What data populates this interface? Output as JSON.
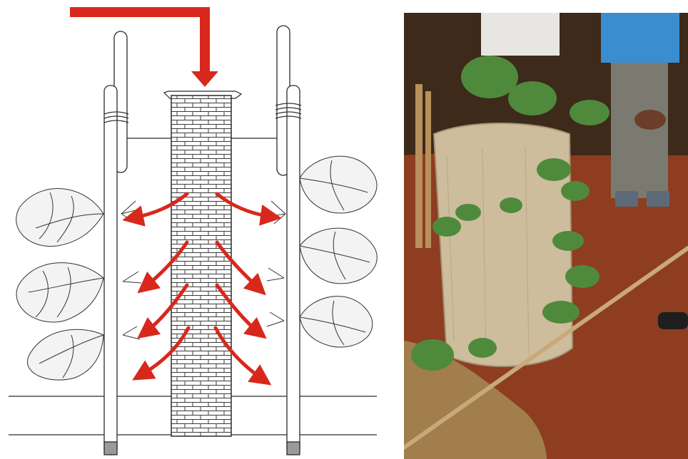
{
  "figure": {
    "left_panel": "sack-garden-cross-section-illustration",
    "right_panel": "sack-garden-photograph"
  },
  "colors": {
    "arrow": "#d8281c",
    "line": "#2b2b2b",
    "soil": "#8a3a1e",
    "sack": "#cdbd9c",
    "leaf": "#4f8a3c"
  },
  "icons": {
    "water-input-arrow": "down-arrow",
    "water-flow-arrows": "curved-arrows-outward"
  }
}
